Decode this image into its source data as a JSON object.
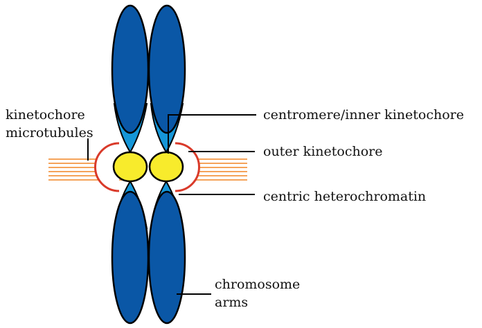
{
  "labels": {
    "kinetochore_microtubules_line1": "kinetochore",
    "kinetochore_microtubules_line2": "microtubules",
    "centromere_inner_kinetochore": "centromere/inner kinetochore",
    "outer_kinetochore": "outer kinetochore",
    "centric_heterochromatin": "centric heterochromatin",
    "chromosome_arms_line1": "chromosome",
    "chromosome_arms_line2": "arms"
  },
  "colors": {
    "arm_dark_blue": "#0a57a6",
    "heterochromatin_light_blue": "#1596d8",
    "centromere_yellow": "#f8eb2c",
    "outer_kinetochore_red": "#d93a2a",
    "microtubule_orange": "#f5a35a",
    "outline": "#000000",
    "background": "#ffffff"
  }
}
